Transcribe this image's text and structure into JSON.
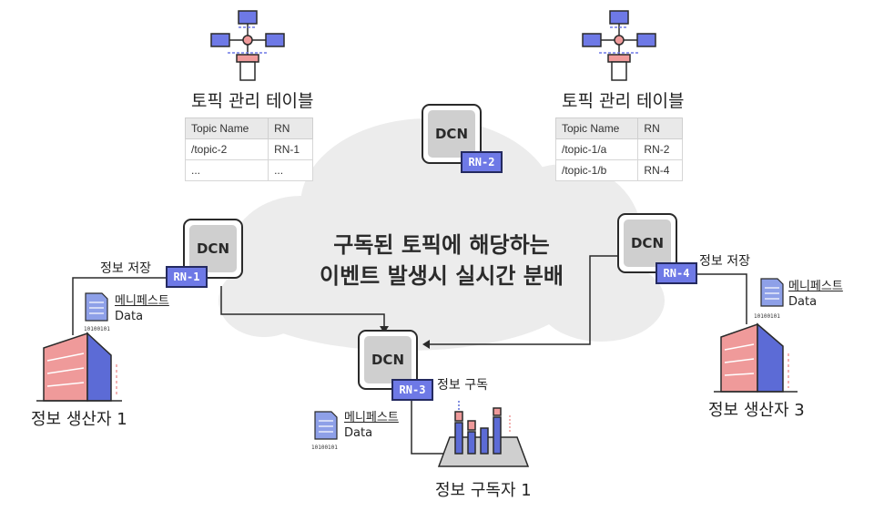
{
  "cloud_text": {
    "line1": "구독된 토픽에 해당하는",
    "line2": "이벤트 발생시 실시간 분배"
  },
  "tables": [
    {
      "title": "토픽 관리 테이블",
      "headers": [
        "Topic Name",
        "RN"
      ],
      "rows": [
        [
          "/topic-2",
          "RN-1"
        ],
        [
          "...",
          "..."
        ]
      ]
    },
    {
      "title": "토픽 관리 테이블",
      "headers": [
        "Topic Name",
        "RN"
      ],
      "rows": [
        [
          "/topic-1/a",
          "RN-2"
        ],
        [
          "/topic-1/b",
          "RN-4"
        ]
      ]
    }
  ],
  "nodes": {
    "dcn_label": "DCN",
    "rn1": "RN-1",
    "rn2": "RN-2",
    "rn3": "RN-3",
    "rn4": "RN-4"
  },
  "labels": {
    "store_left": "정보 저장",
    "store_right": "정보 저장",
    "subscribe": "정보 구독",
    "producer1": "정보 생산자 1",
    "producer3": "정보 생산자 3",
    "subscriber1": "정보 구독자 1"
  },
  "manifest": {
    "line1": "메니페스트",
    "line2": "Data",
    "bits": "10100101"
  },
  "colors": {
    "rn_fill": "#6e79e6",
    "dcn_fill": "#cfcfcf",
    "building_pink": "#ef9a9a",
    "building_blue": "#5c6bd6",
    "cloud": "#ececec"
  }
}
